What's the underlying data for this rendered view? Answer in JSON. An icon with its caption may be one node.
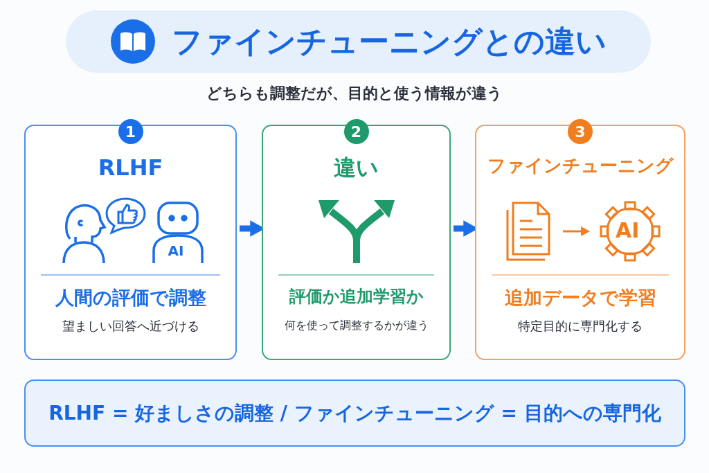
{
  "diagram": {
    "title": "ファインチューニングとの違い",
    "nodes": [
      {
        "text": [
          "1",
          "RLHF",
          "人間の評価で調整",
          "望ましい回答へ近づける"
        ]
      },
      {
        "text": [
          "2",
          "違い",
          "評価か追加学習か",
          "何を使って調整するかが違う"
        ]
      },
      {
        "text": [
          "3",
          "ファインチューニング",
          "追加データで学習",
          "特定目的に専門化する"
        ]
      },
      {
        "text": [
          "RLHF = 好ましさの調整 / ファインチューニング = 目的への専門化"
        ]
      }
    ],
    "edges": [
      {
        "from": 0,
        "to": 1,
        "arrow": "to"
      },
      {
        "from": 1,
        "to": 2,
        "arrow": "to"
      }
    ],
    "labels": [
      "どちらも調整だが、目的と使う情報が違う",
      "AI",
      "AI"
    ]
  }
}
